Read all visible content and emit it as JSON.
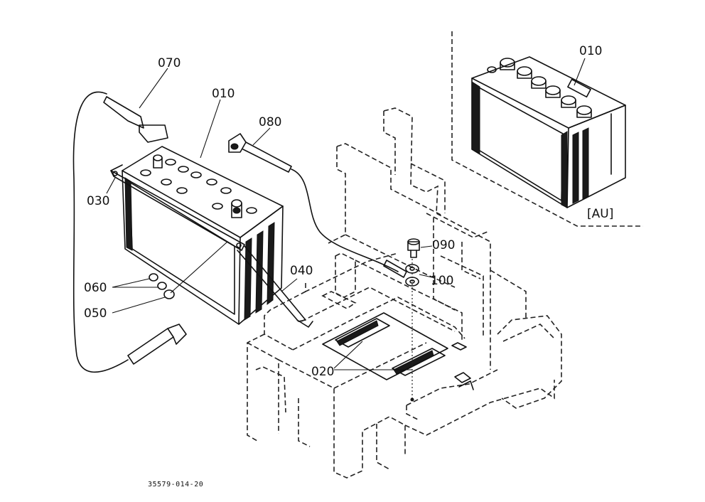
{
  "labels": {
    "l070": "070",
    "l010_main": "010",
    "l080": "080",
    "l030": "030",
    "l010_au": "010",
    "region_au": "[AU]",
    "l060": "060",
    "l050": "050",
    "l040": "040",
    "l090": "090",
    "l100": "100",
    "l020": "020",
    "drawing_number": "35579-014-20"
  },
  "colors": {
    "line": "#111111",
    "background": "#ffffff"
  }
}
